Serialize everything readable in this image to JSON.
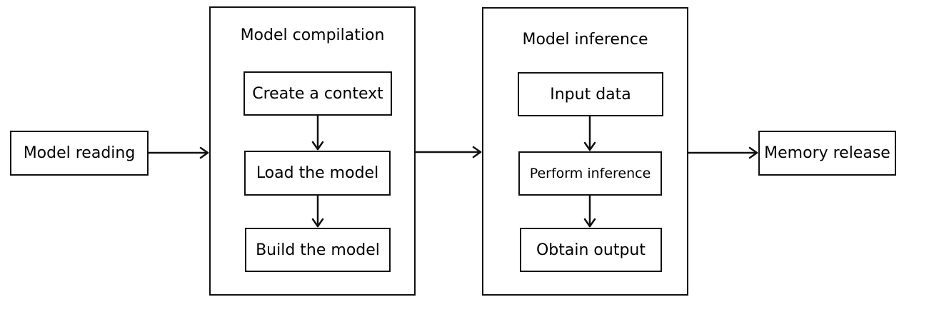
{
  "diagram": {
    "model_reading": "Model reading",
    "compilation": {
      "title": "Model compilation",
      "steps": [
        "Create a context",
        "Load the model",
        "Build the model"
      ]
    },
    "inference": {
      "title": "Model inference",
      "steps": [
        "Input data",
        "Perform inference",
        "Obtain output"
      ]
    },
    "memory_release": "Memory release"
  },
  "colors": {
    "stroke": "#111111",
    "background": "#ffffff"
  }
}
